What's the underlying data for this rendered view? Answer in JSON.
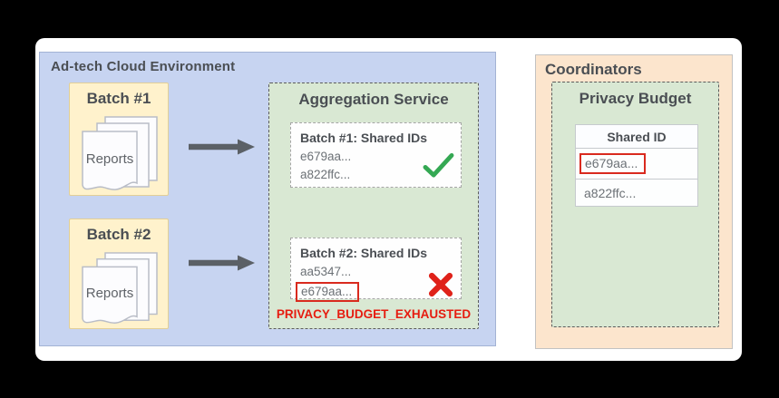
{
  "adtech": {
    "title": "Ad-tech Cloud Environment",
    "batch1": {
      "title": "Batch #1",
      "doc_label": "Reports"
    },
    "batch2": {
      "title": "Batch #2",
      "doc_label": "Reports"
    },
    "aggregation": {
      "title": "Aggregation Service",
      "result1": {
        "title": "Batch #1: Shared IDs",
        "id1": "e679aa...",
        "id2": "a822ffc...",
        "status": "success",
        "status_icon": "green-checkmark"
      },
      "result2": {
        "title": "Batch #2: Shared IDs",
        "id1": "aa5347...",
        "id2": "e679aa...",
        "id2_flagged": true,
        "status": "failure",
        "status_icon": "red-cross"
      },
      "error_label": "PRIVACY_BUDGET_EXHAUSTED"
    }
  },
  "coordinators": {
    "title": "Coordinators",
    "privacy_budget": {
      "title": "Privacy Budget",
      "table": {
        "header": "Shared ID",
        "row1": {
          "value": "e679aa...",
          "flagged": true
        },
        "row2": {
          "value": "a822ffc...",
          "flagged": false
        }
      }
    }
  },
  "colors": {
    "adtech_bg": "#c7d4f1",
    "batch_bg": "#fff2cc",
    "service_bg": "#d9e8d3",
    "coordinators_bg": "#fce5cd",
    "success_green": "#34a853",
    "error_red": "#df221a",
    "arrow_gray": "#5b6066",
    "text_dark": "#4a4e53",
    "text_gray": "#6c7176"
  }
}
